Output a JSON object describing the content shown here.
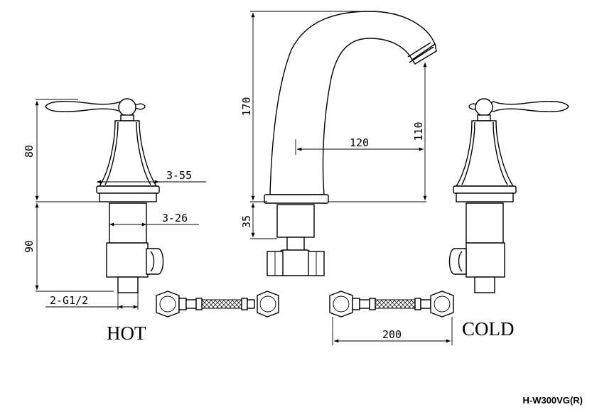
{
  "labels": {
    "hot": "HOT",
    "cold": "COLD",
    "model": "H-W300VG(R)"
  },
  "dimensions": {
    "handle_height": "80",
    "body_height": "90",
    "diameter_flange": "3-55",
    "diameter_body": "3-26",
    "thread": "2-G1/2",
    "spout_total_height": "170",
    "spout_outlet_height": "110",
    "spout_reach": "120",
    "spout_base": "35",
    "hose_length": "200"
  }
}
